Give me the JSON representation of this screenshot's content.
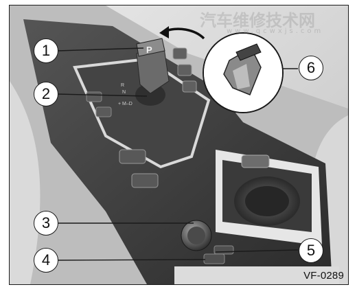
{
  "figure": {
    "code": "VF-0289",
    "shifter_letters": {
      "p": "P",
      "r": "R",
      "n": "N",
      "d": "+ M–D"
    }
  },
  "callouts": [
    {
      "label": "1"
    },
    {
      "label": "2"
    },
    {
      "label": "3"
    },
    {
      "label": "4"
    },
    {
      "label": "5"
    },
    {
      "label": "6"
    }
  ],
  "watermark": {
    "main": "汽车维修技术网",
    "url": "www.qcwxjs.com"
  },
  "colors": {
    "line": "#1a1a1a",
    "console": "#3a3a3a",
    "trim": "#d6d6d6"
  }
}
